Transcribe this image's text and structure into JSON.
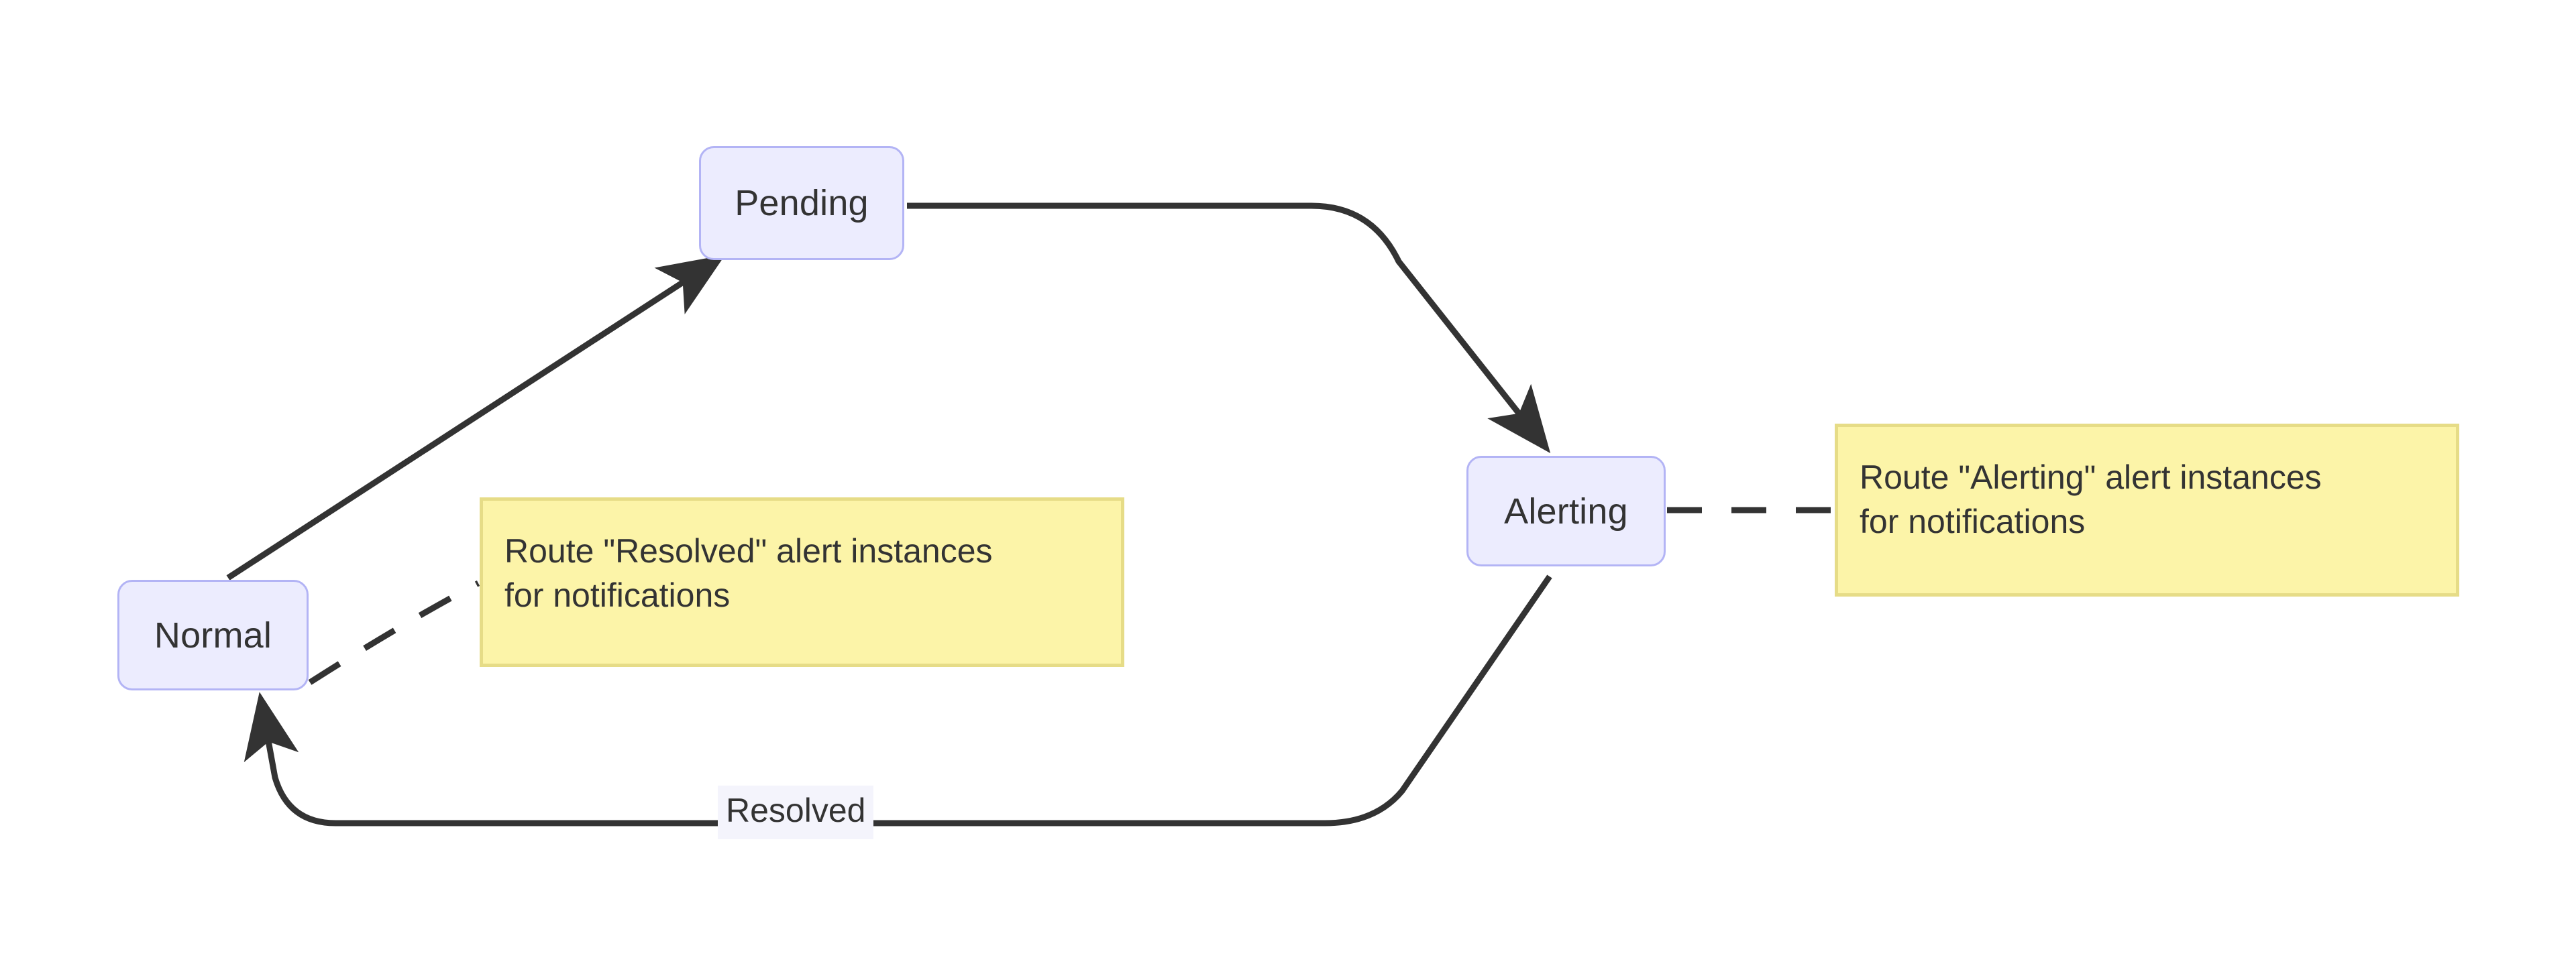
{
  "diagram": {
    "type": "state-flow",
    "background_color": "#ffffff",
    "node_fill": "#ececfe",
    "node_border": "#b3b4f5",
    "note_fill": "#fcf4a8",
    "note_border": "#e6dc87",
    "edge_color": "#333333",
    "text_color": "#333333"
  },
  "nodes": [
    {
      "id": "normal",
      "label": "Normal"
    },
    {
      "id": "pending",
      "label": "Pending"
    },
    {
      "id": "alerting",
      "label": "Alerting"
    }
  ],
  "edges": [
    {
      "from": "normal",
      "to": "pending",
      "label": "",
      "style": "solid",
      "arrow": true
    },
    {
      "from": "pending",
      "to": "alerting",
      "label": "",
      "style": "solid",
      "arrow": true
    },
    {
      "from": "alerting",
      "to": "normal",
      "label": "Resolved",
      "style": "solid",
      "arrow": true
    },
    {
      "from": "normal",
      "to": "note_resolved",
      "label": "",
      "style": "dashed",
      "arrow": false
    },
    {
      "from": "alerting",
      "to": "note_alerting",
      "label": "",
      "style": "dashed",
      "arrow": false
    }
  ],
  "notes": [
    {
      "id": "note_resolved",
      "attached_to": "normal",
      "line1": "Route \"Resolved\" alert instances",
      "line2": "for notifications"
    },
    {
      "id": "note_alerting",
      "attached_to": "alerting",
      "line1": "Route \"Alerting\" alert instances",
      "line2": "for notifications"
    }
  ],
  "edge_labels": {
    "resolved": "Resolved"
  }
}
